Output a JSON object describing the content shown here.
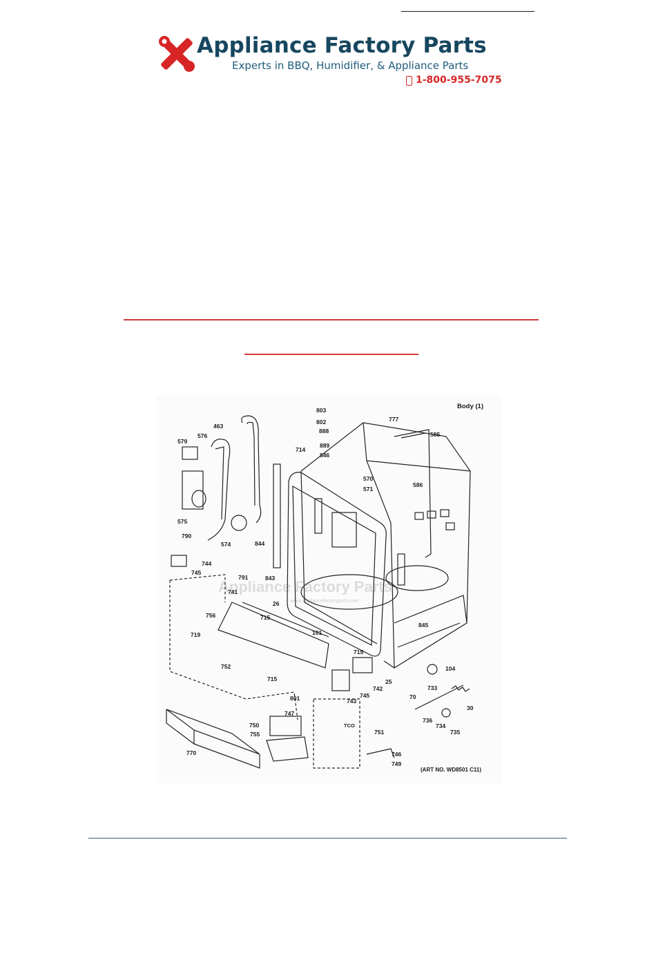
{
  "brand": {
    "name": "Appliance Factory Parts",
    "tagline": "Experts in BBQ, Humidifier, & Appliance Parts",
    "phone": "1-800-955-7075",
    "colors": {
      "title": "#17475f",
      "tagline": "#1f5c7a",
      "accent": "#d72525"
    },
    "logo_icon": "wrench-screwdriver-icon"
  },
  "diagram": {
    "title": "Body (1)",
    "art_no": "(ART NO. WD8501 C11)",
    "watermark": "Appliance Factory Parts",
    "watermark_url": "www.appliancefactoryparts.com",
    "callouts": {
      "c803": "803",
      "c802": "802",
      "c888": "888",
      "c889": "889",
      "c714": "714",
      "c846": "846",
      "c777": "777",
      "c585": "585",
      "c463": "463",
      "c576": "576",
      "c579": "579",
      "c575": "575",
      "c570": "570",
      "c571": "571",
      "c586": "586",
      "c790": "790",
      "c574": "574",
      "c844": "844",
      "c744": "744",
      "c791": "791",
      "c745a": "745",
      "c843": "843",
      "c741": "741",
      "c26": "26",
      "c715a": "715",
      "c756": "756",
      "c719": "719",
      "c101": "101",
      "c845": "845",
      "c752": "752",
      "c715b": "715",
      "c104": "104",
      "c715c": "715",
      "c742": "742",
      "c25": "25",
      "c743": "743",
      "c745b": "745",
      "c70": "70",
      "c733": "733",
      "c30": "30",
      "c801": "801",
      "c747": "747",
      "c750": "750",
      "c755": "755",
      "c736": "736",
      "c734": "734",
      "c735": "735",
      "c751": "751",
      "c770": "770",
      "tco": "TCO",
      "c746": "746",
      "c749": "749"
    }
  }
}
